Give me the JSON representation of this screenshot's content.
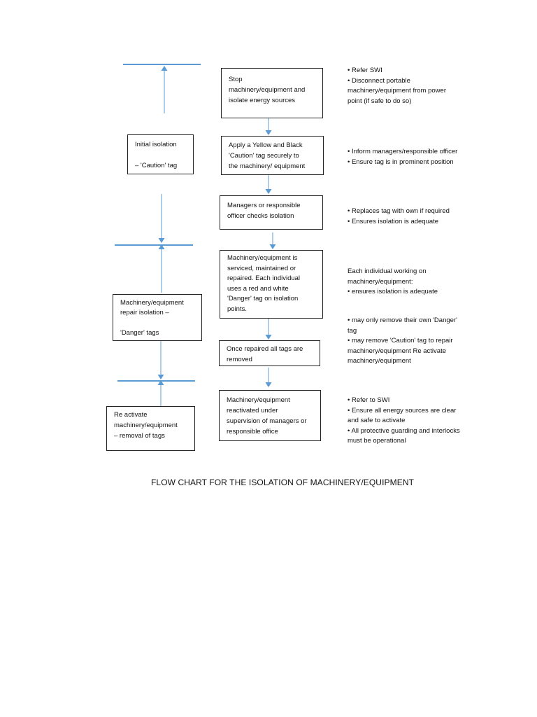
{
  "diagram": {
    "title": "FLOW CHART FOR THE ISOLATION OF MACHINERY/EQUIPMENT",
    "line_color": "#5b9bd5",
    "steps": [
      {
        "id": "stop",
        "lines": [
          "Stop",
          "machinery/equipment and",
          "isolate energy sources"
        ]
      },
      {
        "id": "caution-tag",
        "lines": [
          "Apply a Yellow and Black",
          "'Caution' tag securely to",
          "the machinery/ equipment"
        ]
      },
      {
        "id": "check",
        "lines": [
          "Managers or responsible",
          "officer checks isolation"
        ]
      },
      {
        "id": "service",
        "lines": [
          "Machinery/equipment is",
          "serviced, maintained or",
          "repaired. Each individual",
          "uses a red and white",
          "'Danger' tag on isolation",
          "points."
        ]
      },
      {
        "id": "remove",
        "lines": [
          "Once repaired all tags are",
          "removed"
        ]
      },
      {
        "id": "reactivate",
        "lines": [
          "Machinery/equipment",
          "reactivated under",
          "supervision of managers or",
          "responsible office"
        ]
      }
    ],
    "phases": [
      {
        "id": "initial-isolation",
        "lines": [
          "Initial isolation",
          "",
          "– 'Caution' tag"
        ]
      },
      {
        "id": "repair-isolation",
        "lines": [
          "Machinery/equipment",
          "repair isolation –",
          "",
          "'Danger' tags"
        ]
      },
      {
        "id": "reactivate-phase",
        "lines": [
          "Re activate",
          "machinery/equipment",
          "– removal of tags"
        ]
      }
    ],
    "notes": [
      {
        "id": "note-stop",
        "lines": [
          "• Refer SWI",
          "• Disconnect portable",
          "machinery/equipment from power",
          "point (if safe to do so)"
        ]
      },
      {
        "id": "note-caution",
        "lines": [
          "• Inform managers/responsible officer",
          "• Ensure tag is in prominent position"
        ]
      },
      {
        "id": "note-check",
        "lines": [
          "• Replaces tag with own if required",
          "• Ensures isolation is adequate"
        ]
      },
      {
        "id": "note-service",
        "lines": [
          "Each individual working on",
          "machinery/equipment:",
          "• ensures isolation is adequate"
        ]
      },
      {
        "id": "note-remove",
        "lines": [
          "• may only remove their own 'Danger'",
          "tag",
          "• may remove 'Caution' tag to repair",
          "machinery/equipment Re activate",
          "machinery/equipment"
        ]
      },
      {
        "id": "note-reactivate",
        "lines": [
          "• Refer to SWI",
          "• Ensure all energy sources are clear",
          "and safe to activate",
          "• All protective guarding and interlocks",
          "must be operational"
        ]
      }
    ]
  }
}
